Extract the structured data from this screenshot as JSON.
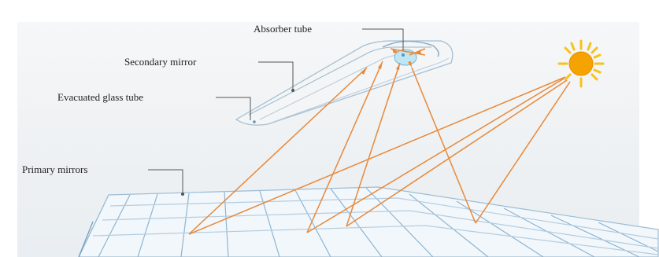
{
  "labels": {
    "absorber_tube": "Absorber tube",
    "secondary_mirror": "Secondary mirror",
    "evacuated_glass_tube": "Evacuated glass tube",
    "primary_mirrors": "Primary mirrors"
  },
  "icons": {
    "sun": "sun-icon"
  },
  "colors": {
    "ray": "#e8893a",
    "sun_core": "#f5a300",
    "sun_rays": "#f7c21a",
    "mirror_line": "#8fb5d1",
    "absorber": "#bfe6f5",
    "leader": "#555555"
  }
}
